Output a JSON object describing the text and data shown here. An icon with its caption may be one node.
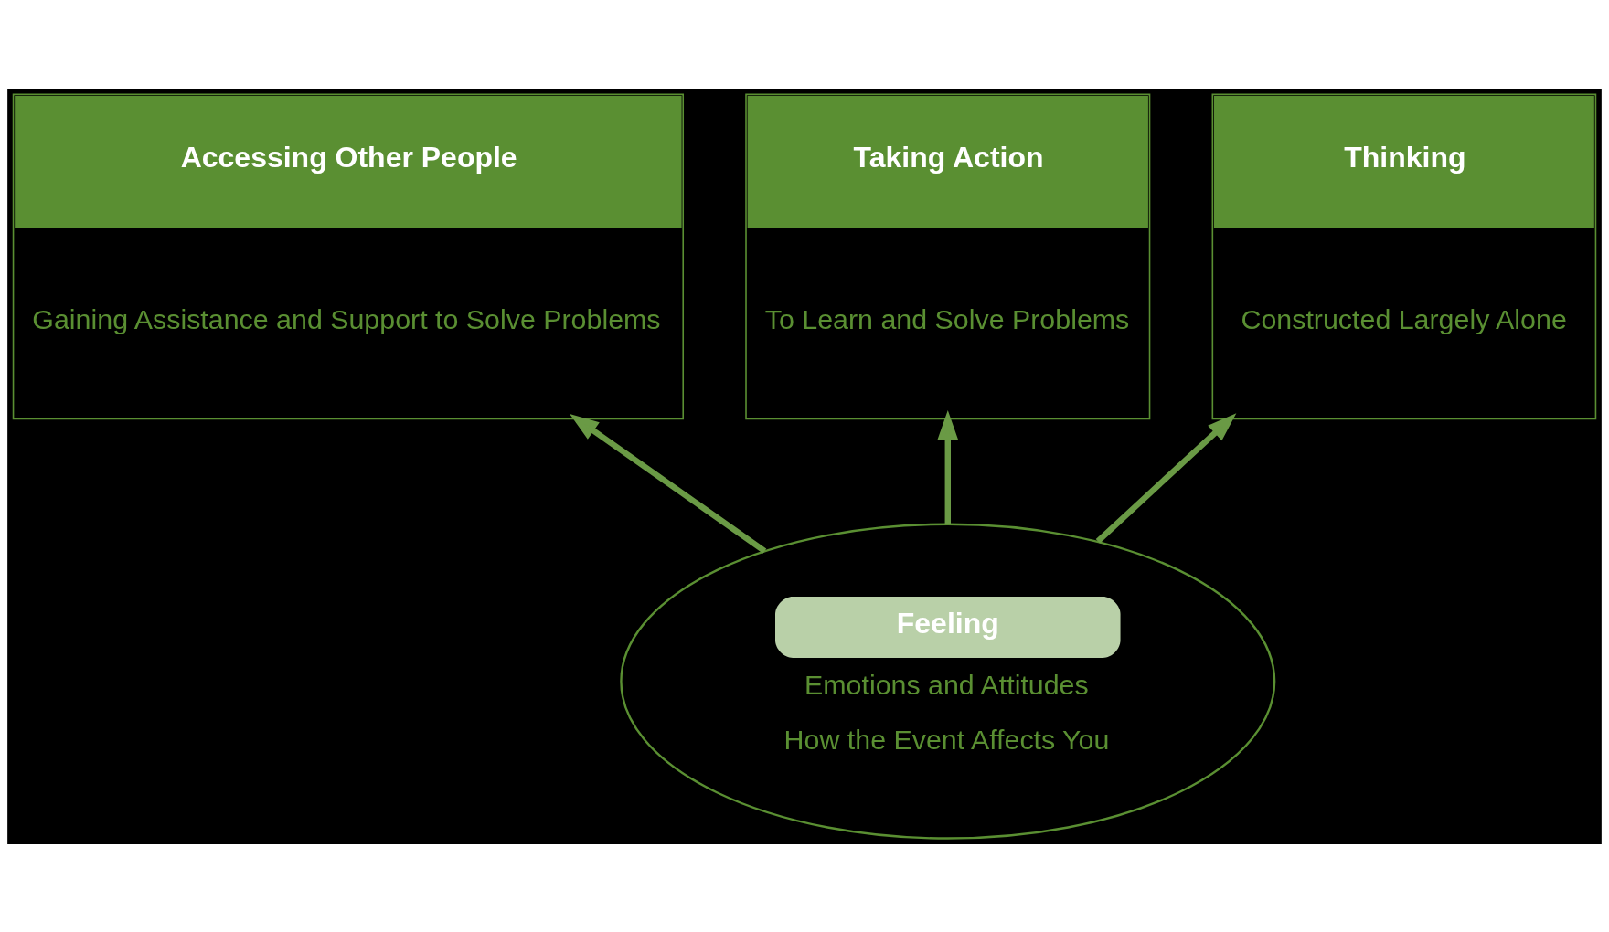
{
  "diagram": {
    "nodes": [
      {
        "text": [
          "Accessing Other People",
          "Gaining Assistance and Support to Solve Problems"
        ]
      },
      {
        "text": [
          "Taking Action",
          "To Learn and Solve Problems"
        ]
      },
      {
        "text": [
          "Thinking",
          "Constructed Largely Alone"
        ]
      },
      {
        "text": [
          "Feeling",
          "Emotions and Attitudes",
          "How the Event Affects You"
        ]
      }
    ],
    "edges": [
      {
        "from": 3,
        "to": 0,
        "arrow": "to"
      },
      {
        "from": 3,
        "to": 1,
        "arrow": "to"
      },
      {
        "from": 3,
        "to": 2,
        "arrow": "to"
      }
    ]
  }
}
